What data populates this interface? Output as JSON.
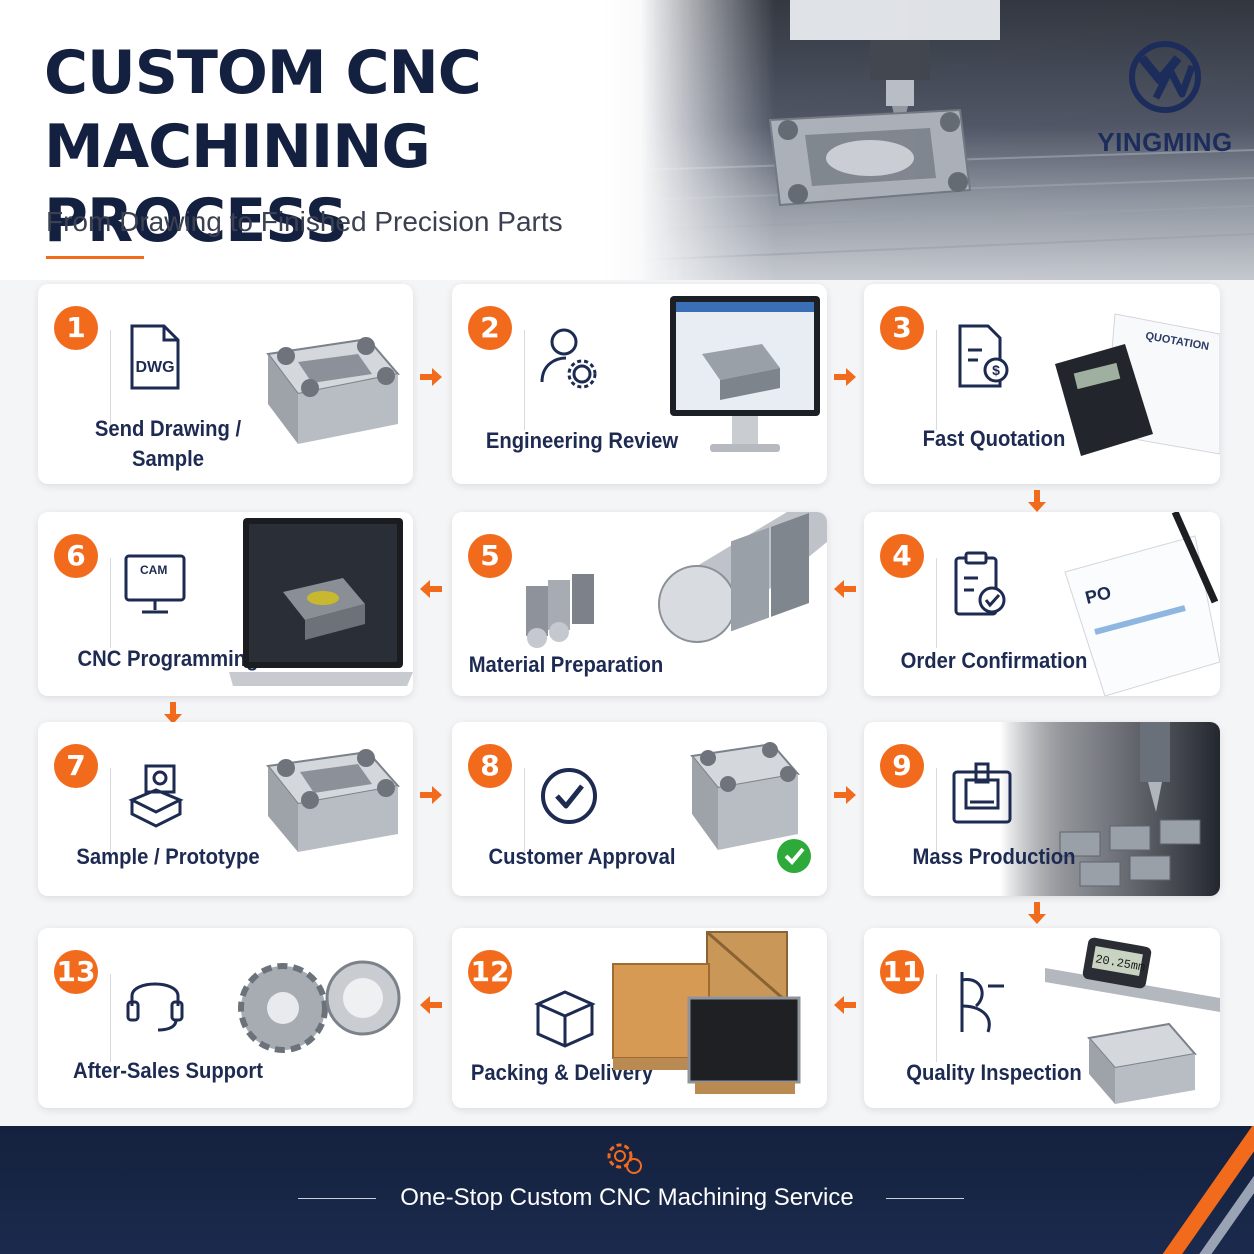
{
  "header": {
    "title_line1": "CUSTOM CNC",
    "title_line2": "MACHINING PROCESS",
    "subtitle": "From Drawing to Finished Precision Parts",
    "brand": "YINGMING"
  },
  "colors": {
    "accent": "#f26b1d",
    "navy": "#14203f",
    "footer_bg": "#1b2a4d",
    "approval_green": "#2eaa3a"
  },
  "steps": [
    {
      "number": "1",
      "label_line1": "Send Drawing /",
      "label_line2": "Sample",
      "icon": "dwg-file-icon",
      "icon_text": "DWG"
    },
    {
      "number": "2",
      "label_line1": "Engineering Review",
      "label_line2": "",
      "icon": "engineer-gear-icon"
    },
    {
      "number": "3",
      "label_line1": "Fast Quotation",
      "label_line2": "",
      "icon": "quote-document-icon",
      "photo_text": "QUOTATION"
    },
    {
      "number": "4",
      "label_line1": "Order Confirmation",
      "label_line2": "",
      "icon": "clipboard-check-icon",
      "photo_text": "PO"
    },
    {
      "number": "5",
      "label_line1": "Material Preparation",
      "label_line2": "",
      "icon": "metal-bars-icon"
    },
    {
      "number": "6",
      "label_line1": "CNC Programming",
      "label_line2": "",
      "icon": "cam-monitor-icon",
      "icon_text": "CAM"
    },
    {
      "number": "7",
      "label_line1": "Sample / Prototype",
      "label_line2": "",
      "icon": "prototype-part-icon"
    },
    {
      "number": "8",
      "label_line1": "Customer Approval",
      "label_line2": "",
      "icon": "check-circle-icon"
    },
    {
      "number": "9",
      "label_line1": "Mass Production",
      "label_line2": "",
      "icon": "cnc-machine-icon"
    },
    {
      "number": "11",
      "label_line1": "Quality Inspection",
      "label_line2": "",
      "icon": "caliper-icon",
      "photo_text": "20.25mm"
    },
    {
      "number": "12",
      "label_line1": "Packing & Delivery",
      "label_line2": "",
      "icon": "box-icon"
    },
    {
      "number": "13",
      "label_line1": "After-Sales Support",
      "label_line2": "",
      "icon": "headset-icon"
    }
  ],
  "footer": {
    "text": "One-Stop Custom CNC Machining Service",
    "icon": "gear-settings-icon"
  }
}
